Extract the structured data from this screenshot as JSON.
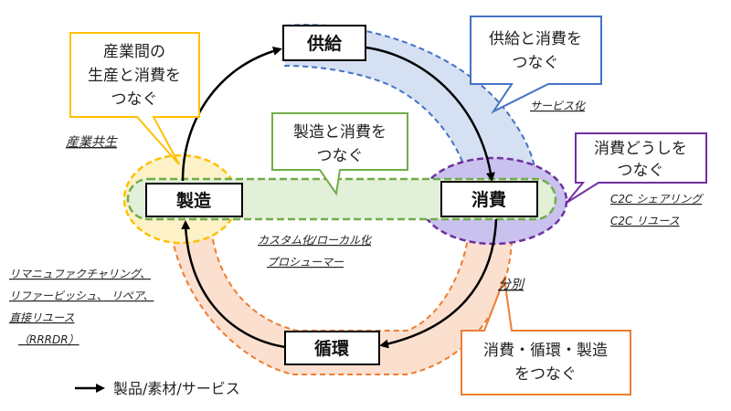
{
  "colors": {
    "supply_consume_fill": "#d5e0f3",
    "supply_consume_stroke": "#4472c4",
    "manufacture_consume_fill": "#e2efd9",
    "manufacture_consume_stroke": "#70ad47",
    "circulation_fill": "#fbe0d0",
    "circulation_stroke": "#ed7d31",
    "consumer_fill": "#c9c2ee",
    "consumer_stroke": "#7030a0",
    "industry_fill": "#fdf1c8",
    "industry_stroke": "#ffc000",
    "arrow": "#000000"
  },
  "nodes": {
    "supply": "供給",
    "manufacture": "製造",
    "consume": "消費",
    "circulation": "循環"
  },
  "callouts": {
    "industry": [
      "産業間の",
      "生産と消費を",
      "つなぐ"
    ],
    "supply_consume": [
      "供給と消費を",
      "つなぐ"
    ],
    "manufacture_consume": [
      "製造と消費を",
      "つなぐ"
    ],
    "consumer": [
      "消費どうしを",
      "つなぐ"
    ],
    "circulation": [
      "消費・循環・製造",
      "をつなぐ"
    ]
  },
  "labels": {
    "industrial_symbiosis": "産業共生",
    "servitization": "サービス化",
    "c2c_sharing": "C2C シェアリング",
    "c2c_reuse": "C2C リユース",
    "customize": "カスタム化/ローカル化",
    "prosumer": "プロシューマー",
    "sorting": "分別",
    "rrrdr": [
      "リマニュファクチャリング、",
      "リファービッシュ、 リペア、",
      "直接リユース",
      "（RRRDR）"
    ]
  },
  "legend": {
    "label": "製品/素材/サービス"
  }
}
